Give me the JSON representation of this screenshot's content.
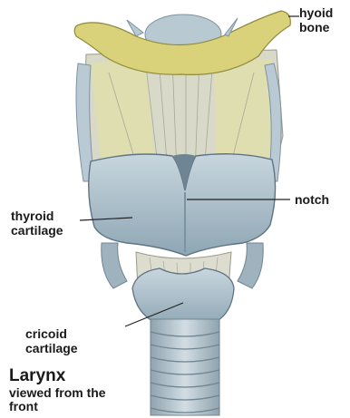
{
  "labels": {
    "hyoid": [
      "hyoid",
      "bone"
    ],
    "notch": "notch",
    "thyroid": [
      "thyroid",
      "cartilage"
    ],
    "cricoid": [
      "cricoid",
      "cartilage"
    ]
  },
  "caption": {
    "title": "Larynx",
    "subtitle": "viewed from the front"
  },
  "colors": {
    "hyoid_bone": "#d9d27a",
    "thyroid_cartilage": "#a9bfcc",
    "membrane": "#d8d8c8",
    "leader_line": "#222222"
  }
}
